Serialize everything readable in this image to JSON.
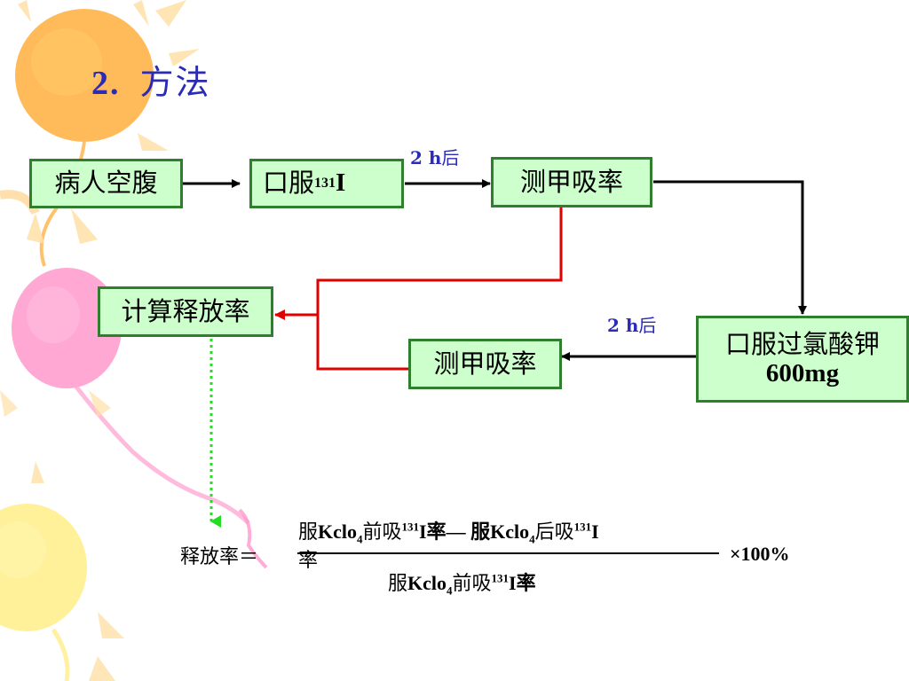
{
  "slide": {
    "title_number": "2.",
    "title_text": "方法"
  },
  "flow": {
    "box1": "病人空腹",
    "box2_text": "口服",
    "box2_sup": "131",
    "box2_latin": "I",
    "box3": "测甲吸率",
    "box4_line1": "口服过氯酸钾",
    "box4_line2": "600mg",
    "box5": "测甲吸率",
    "box6": "计算释放率",
    "label_top_num": "2 h",
    "label_top_han": "后",
    "label_right_num": "2 h",
    "label_right_han": "后"
  },
  "formula": {
    "lhs": "释放率＝",
    "num_a1": "服",
    "num_a2": "Kclo",
    "num_a_sub": "4",
    "num_a3": "前吸",
    "num_a_sup": "131",
    "num_a4": "I率— 服",
    "num_b1": "Kclo",
    "num_b_sub": "4",
    "num_b2": "后吸",
    "num_b_sup": "131",
    "num_b3": "I",
    "num_wrap": "率",
    "den1": "服",
    "den2": "Kclo",
    "den_sub": "4",
    "den3": "前吸",
    "den_sup": "131",
    "den4": "I率",
    "times": "×100%"
  },
  "colors": {
    "title": "#2b2bb5",
    "box_fill": "#ccffcc",
    "box_border": "#2f7f2f",
    "red_arrow": "#e00000",
    "green_dotted": "#22dd22"
  }
}
